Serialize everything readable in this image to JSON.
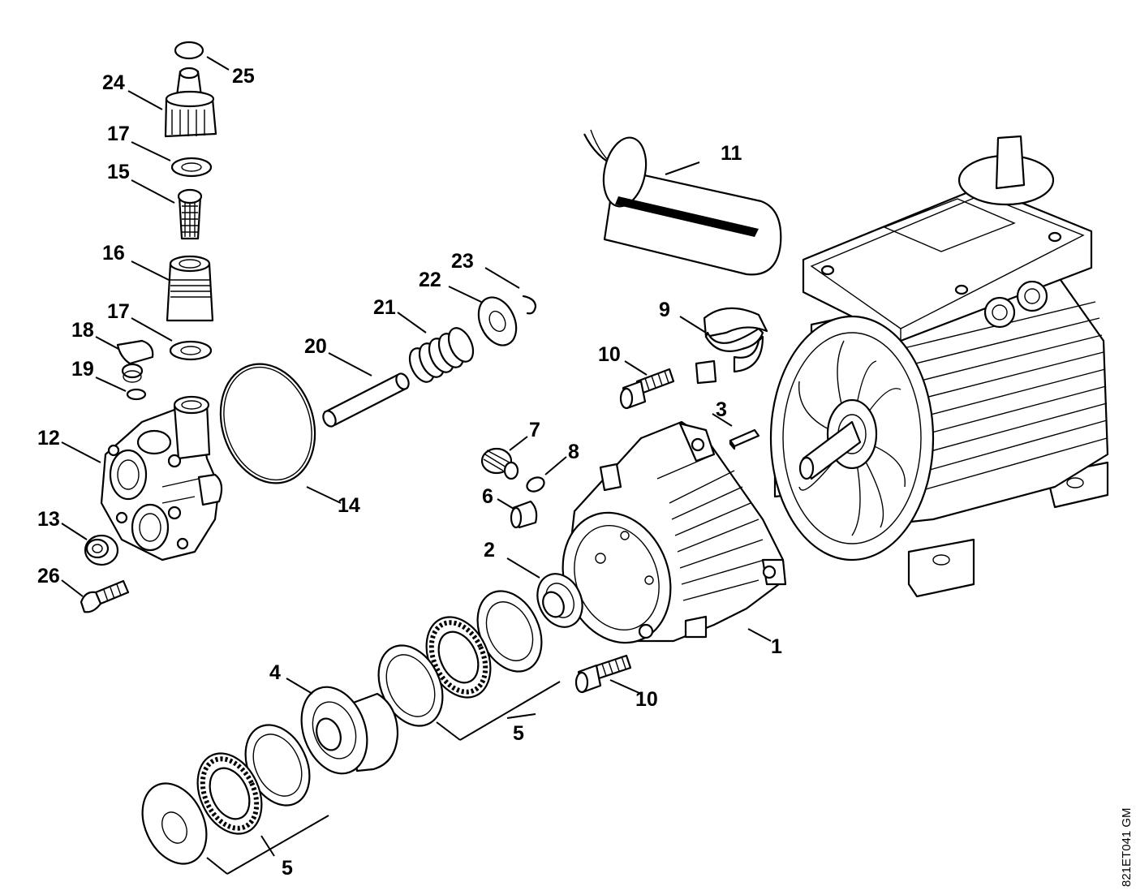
{
  "drawing_code": "821ET041 GM",
  "callouts": {
    "c1": "1",
    "c2": "2",
    "c3": "3",
    "c4": "4",
    "c5a": "5",
    "c5b": "5",
    "c6": "6",
    "c7": "7",
    "c8": "8",
    "c9": "9",
    "c10a": "10",
    "c10b": "10",
    "c11": "11",
    "c12": "12",
    "c13": "13",
    "c14": "14",
    "c15": "15",
    "c16": "16",
    "c17a": "17",
    "c17b": "17",
    "c18": "18",
    "c19": "19",
    "c20": "20",
    "c21": "21",
    "c22": "22",
    "c23": "23",
    "c24": "24",
    "c25": "25",
    "c26": "26"
  }
}
